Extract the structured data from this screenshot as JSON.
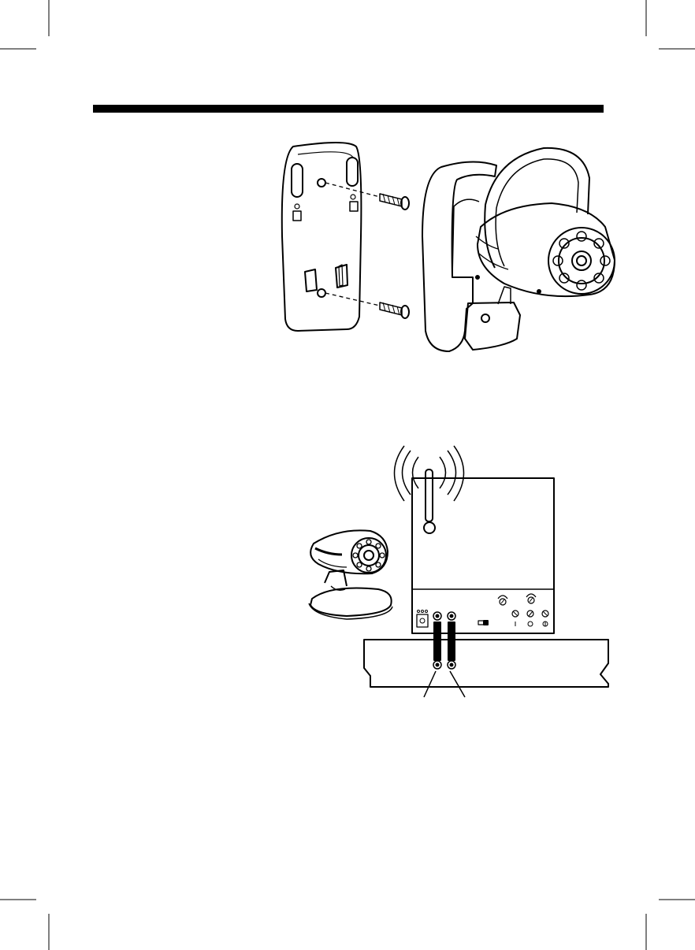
{
  "page": {
    "background": "#ffffff",
    "ink": "#000000"
  },
  "header_rule": {
    "color": "#000000"
  },
  "figures": {
    "wall_mount": {
      "parts": [
        "mounting-plate",
        "screw",
        "screw",
        "camera-on-stand"
      ]
    },
    "connection": {
      "parts": [
        "camera-on-stand",
        "receiver-with-antenna",
        "tv-set",
        "av-cable",
        "av-cable"
      ]
    }
  }
}
